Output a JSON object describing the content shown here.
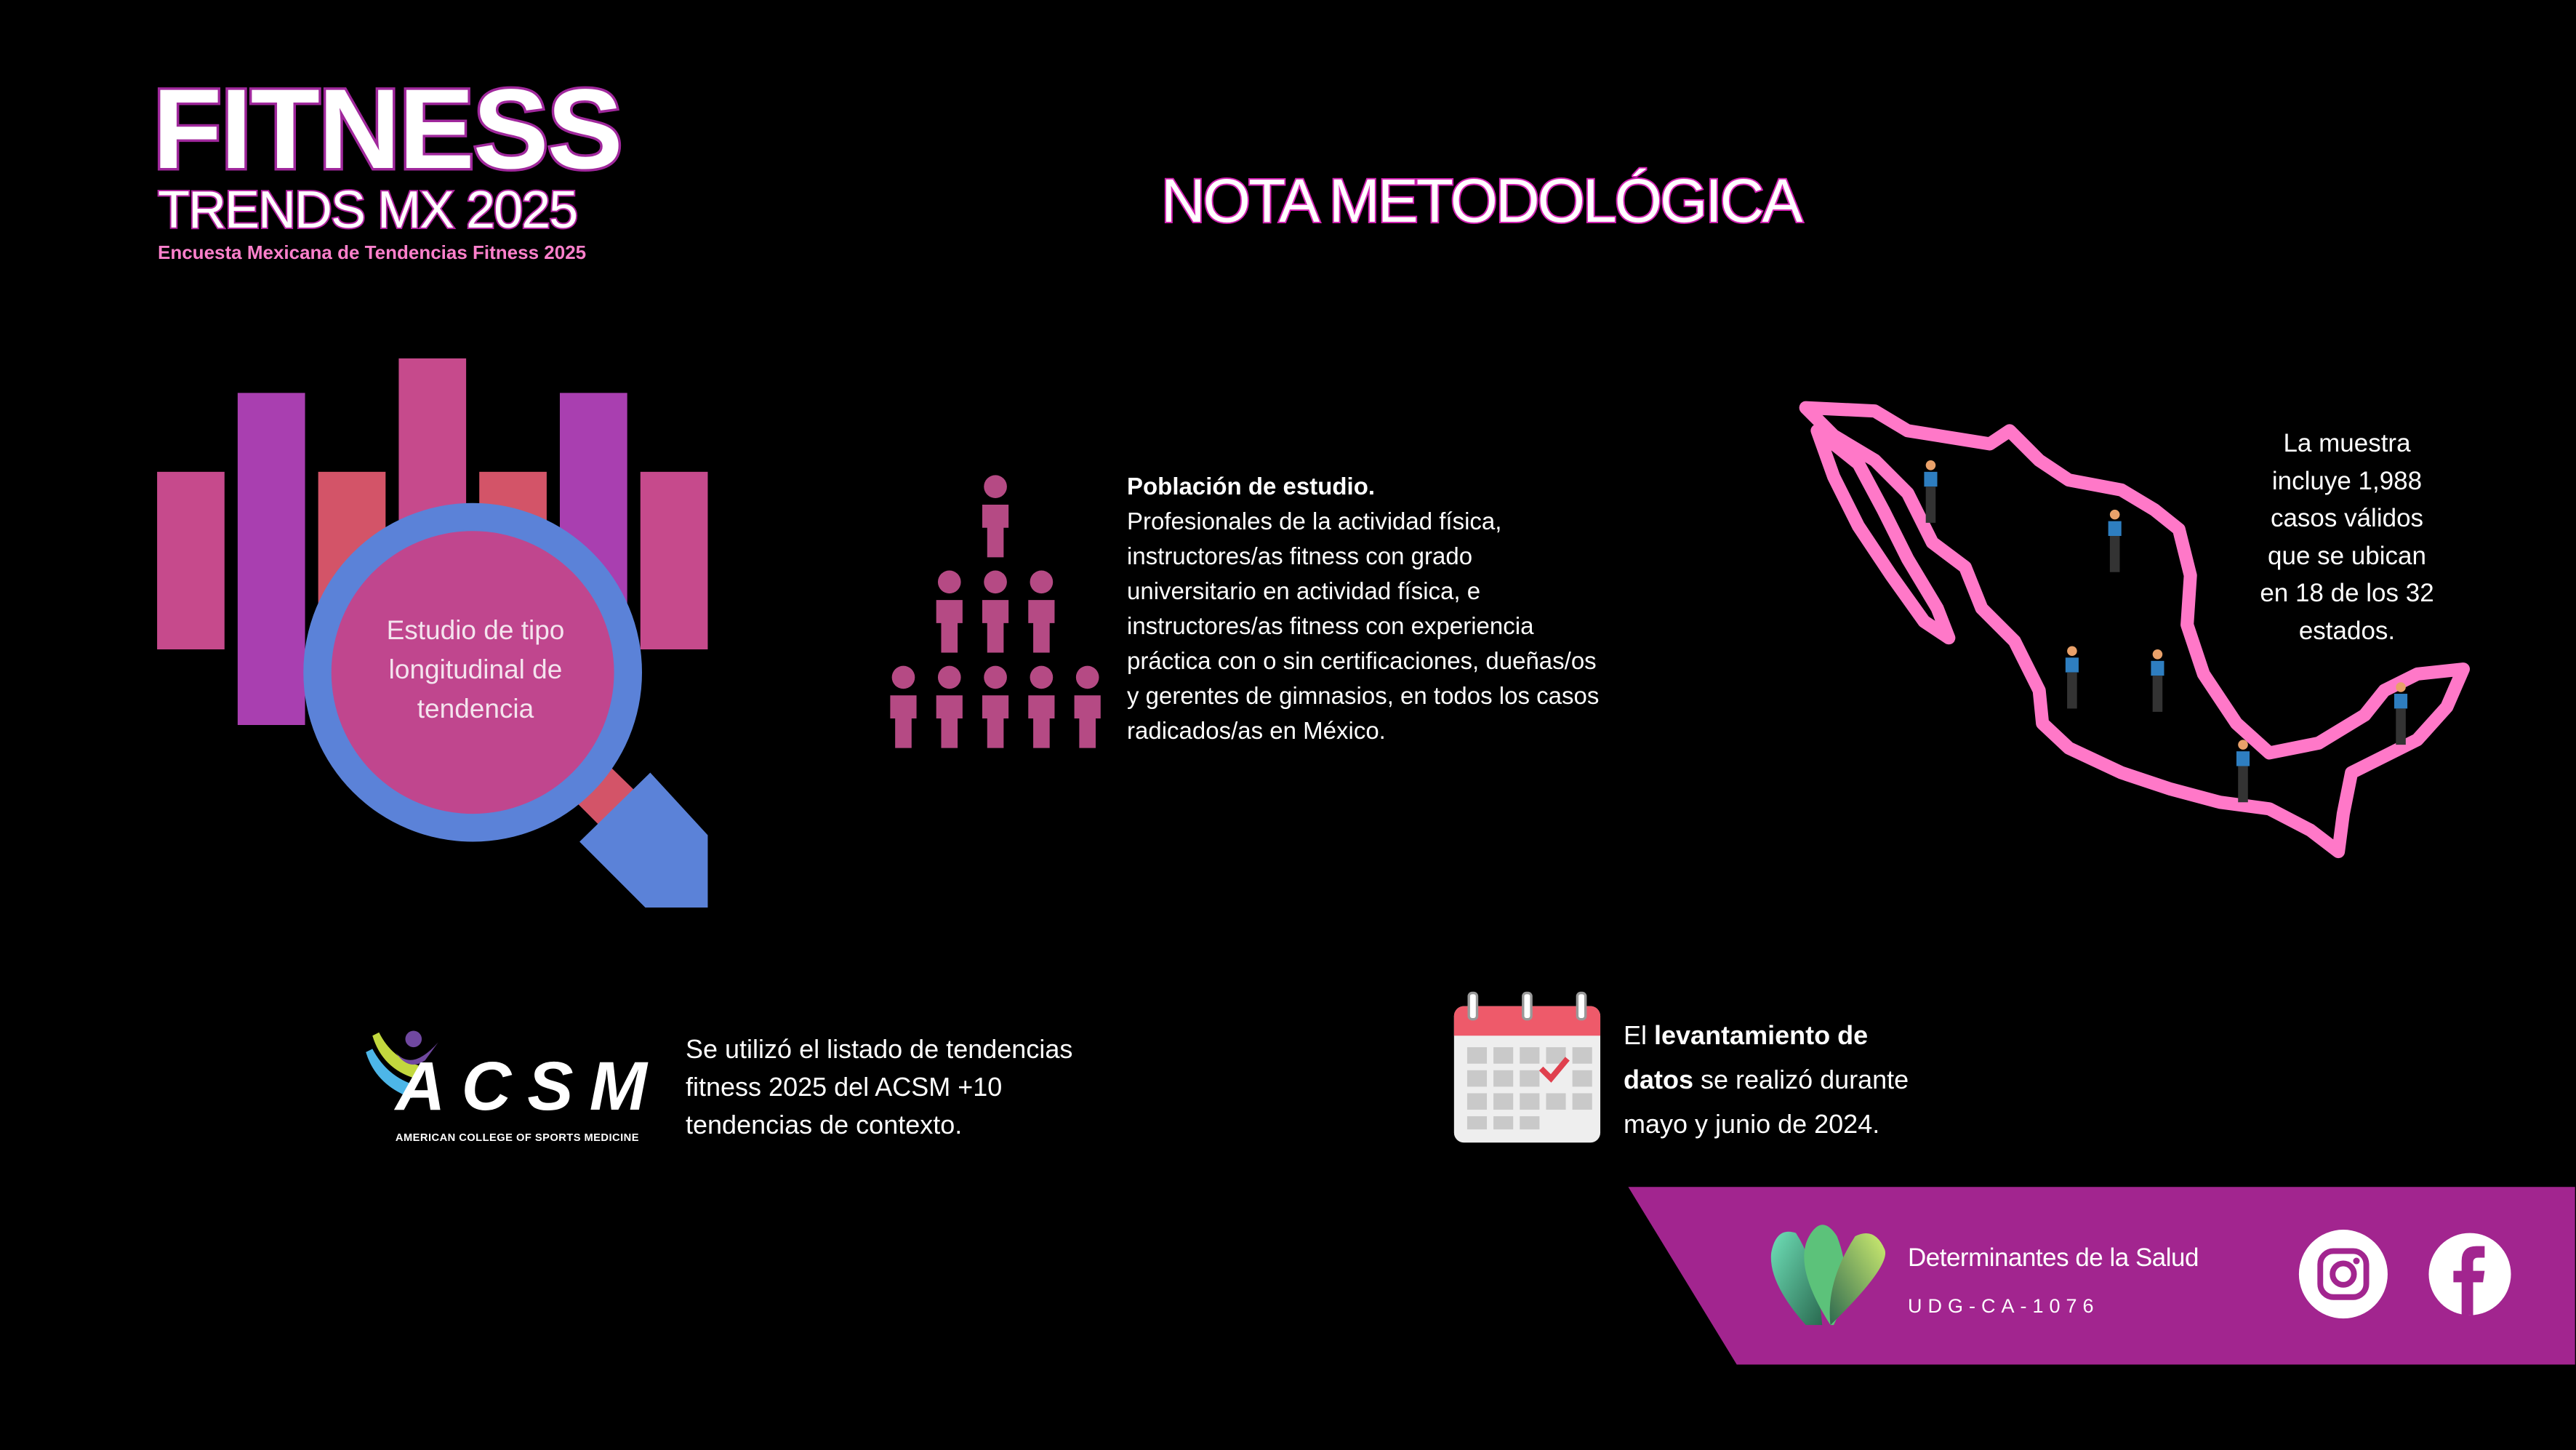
{
  "header": {
    "title": "FITNESS",
    "subtitle": "TRENDS MX 2025",
    "tagline": "Encuesta Mexicana de Tendencias Fitness 2025"
  },
  "section_title": "NOTA METODOLÓGICA",
  "study_type": {
    "lines": [
      "Estudio de tipo",
      "longitudinal de",
      "tendencia"
    ]
  },
  "population": {
    "heading": "Población de estudio.",
    "lines": [
      "Profesionales de la actividad física,",
      "instructores/as fitness con grado",
      "universitario en actividad física, e",
      "instructores/as fitness con experiencia",
      "práctica con o sin certificaciones, dueñas/os",
      "y gerentes de gimnasios, en todos los casos",
      "radicados/as en México."
    ]
  },
  "sample": {
    "lines": [
      "La muestra",
      "incluye 1,988",
      "casos válidos",
      "que se ubican",
      "en 18 de los 32",
      "estados."
    ]
  },
  "acsm": {
    "logo_text": "ACSM",
    "logo_subtext": "AMERICAN COLLEGE OF SPORTS MEDICINE",
    "lines": [
      "Se utilizó el listado de tendencias",
      "fitness 2025 del ACSM +10",
      "tendencias de contexto."
    ]
  },
  "fieldwork": {
    "pre": "El ",
    "bold1": "levantamiento de",
    "bold2": "datos",
    "post2": " se realizó durante",
    "line3": "mayo y junio de 2024."
  },
  "footer": {
    "org": "Determinantes de la Salud",
    "code": "UDG-CA-1076",
    "icons": [
      "instagram-icon",
      "facebook-icon"
    ],
    "color": "#a2258f"
  },
  "colors": {
    "pink": "#ff78c8",
    "purple": "#a93fb0",
    "blue": "#5b82d8"
  }
}
